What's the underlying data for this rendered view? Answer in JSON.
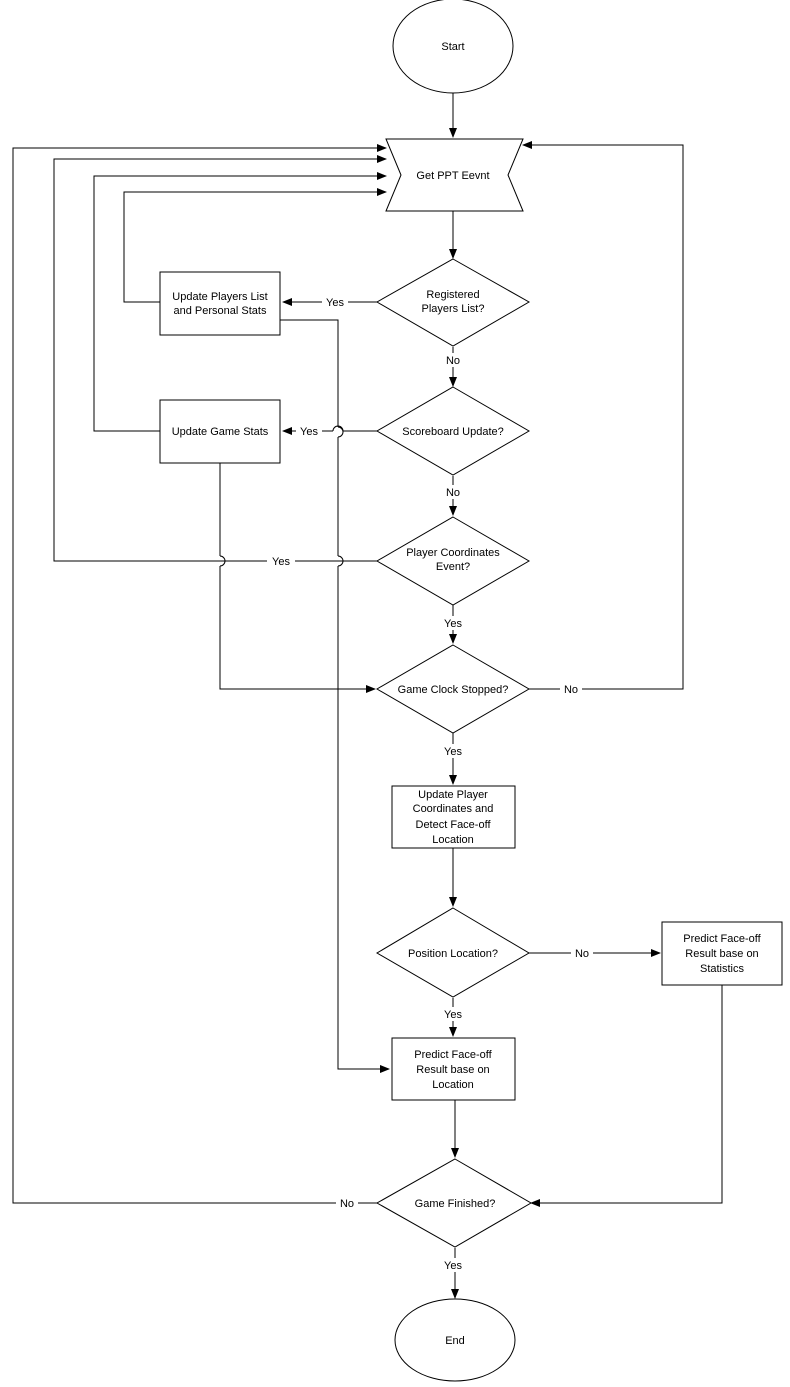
{
  "nodes": {
    "start": "Start",
    "get_event": "Get PPT Eevnt",
    "registered_1": "Registered",
    "registered_2": "Players List?",
    "update_players_1": "Update Players List",
    "update_players_2": "and Personal Stats",
    "scoreboard": "Scoreboard Update?",
    "update_game_stats": "Update Game Stats",
    "coords_event_1": "Player Coordinates",
    "coords_event_2": "Event?",
    "clock_stopped": "Game Clock Stopped?",
    "update_coords_1": "Update Player",
    "update_coords_2": "Coordinates and",
    "update_coords_3": "Detect Face-off",
    "update_coords_4": "Location",
    "position_location": "Position Location?",
    "predict_stats_1": "Predict Face-off",
    "predict_stats_2": "Result base on",
    "predict_stats_3": "Statistics",
    "predict_loc_1": "Predict Face-off",
    "predict_loc_2": "Result base on",
    "predict_loc_3": "Location",
    "game_finished": "Game Finished?",
    "end": "End"
  },
  "edges": {
    "registered_yes": "Yes",
    "registered_no": "No",
    "scoreboard_yes": "Yes",
    "scoreboard_no": "No",
    "coords_yes_left": "Yes",
    "coords_yes_down": "Yes",
    "clock_no": "No",
    "clock_yes": "Yes",
    "position_no": "No",
    "position_yes": "Yes",
    "finished_no": "No",
    "finished_yes": "Yes"
  }
}
